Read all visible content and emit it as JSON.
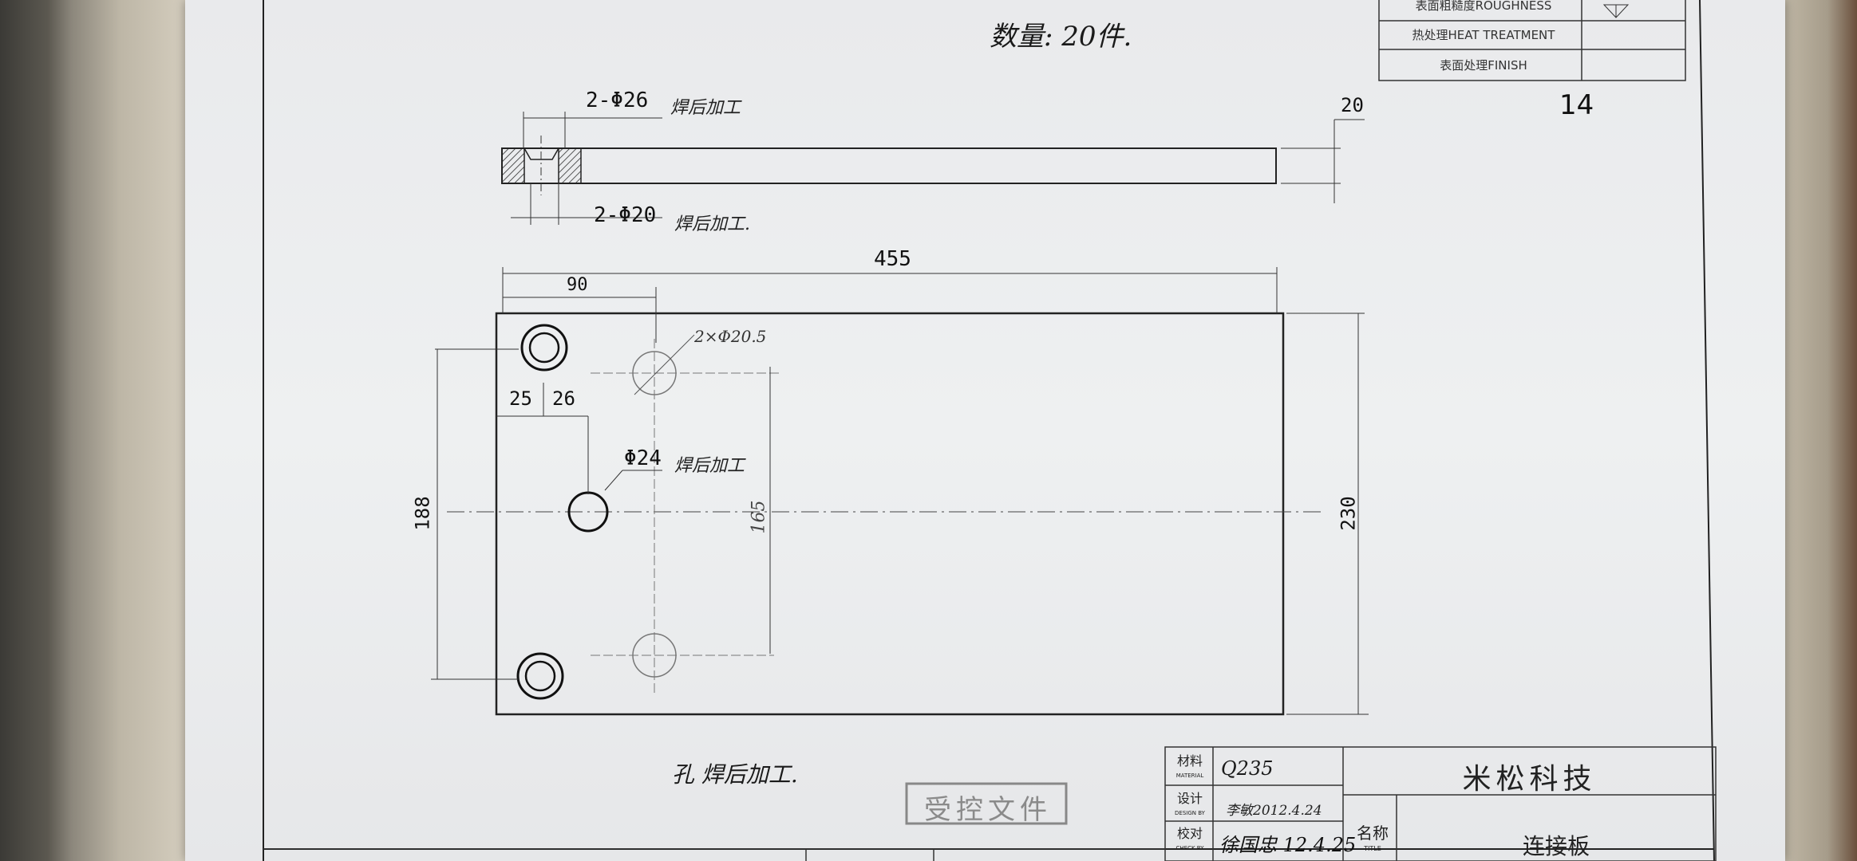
{
  "header": {
    "quantity_note": "数量: 20件.",
    "page_number": "14",
    "roughness_label": "表面粗糙度ROUGHNESS",
    "heat_treatment_label": "热处理HEAT TREATMENT",
    "finish_label": "表面处理FINISH"
  },
  "top_view": {
    "dim_hole_top": "2-Φ26",
    "dim_hole_top_note": "焊后加工",
    "dim_hole_bottom": "2-Φ20",
    "dim_hole_bottom_note": "焊后加工.",
    "dim_thickness": "20"
  },
  "front_view": {
    "dim_length": "455",
    "dim_90": "90",
    "dim_hole_pair": "2×Φ20.5",
    "dim_25": "25",
    "dim_26": "26",
    "dim_center_hole": "Φ24",
    "dim_center_hole_note": "焊后加工",
    "dim_height_188": "188",
    "dim_height_165": "165",
    "dim_height_230": "230"
  },
  "notes": {
    "bottom_note": "孔 焊后加工.",
    "stamp": "受控文件"
  },
  "title_block": {
    "material_label": "材料",
    "material_label_en": "MATERIAL",
    "material_value": "Q235",
    "company": "米松科技",
    "design_label": "设计",
    "design_label_en": "DESIGN BY",
    "design_value": "李敏2012.4.24",
    "check_label": "校对",
    "check_label_en": "CHECK BY",
    "check_value": "徐国忠 12.4.25",
    "title_label": "名称",
    "title_label_en": "TITLE",
    "part_name": "连接板"
  }
}
